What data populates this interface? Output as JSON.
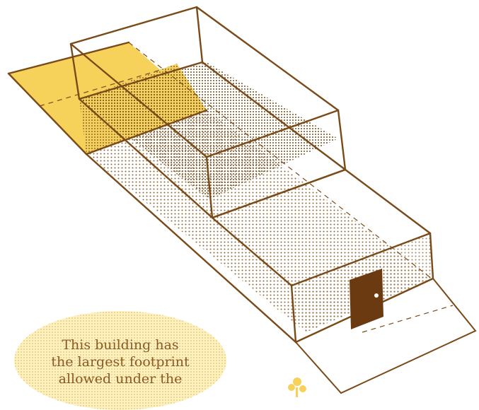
{
  "caption": {
    "lines": [
      "This building has",
      "the largest footprint",
      "allowed under the"
    ]
  },
  "colors": {
    "outline": "#7a4a18",
    "yard_yellow": "#f7d25a",
    "stipple": "#8b6a3e",
    "door": "#6b3a10",
    "caption_bg": "#fbf1c9",
    "caption_text": "#8a5a24"
  },
  "icons": [
    "door-icon",
    "flower-icon"
  ]
}
